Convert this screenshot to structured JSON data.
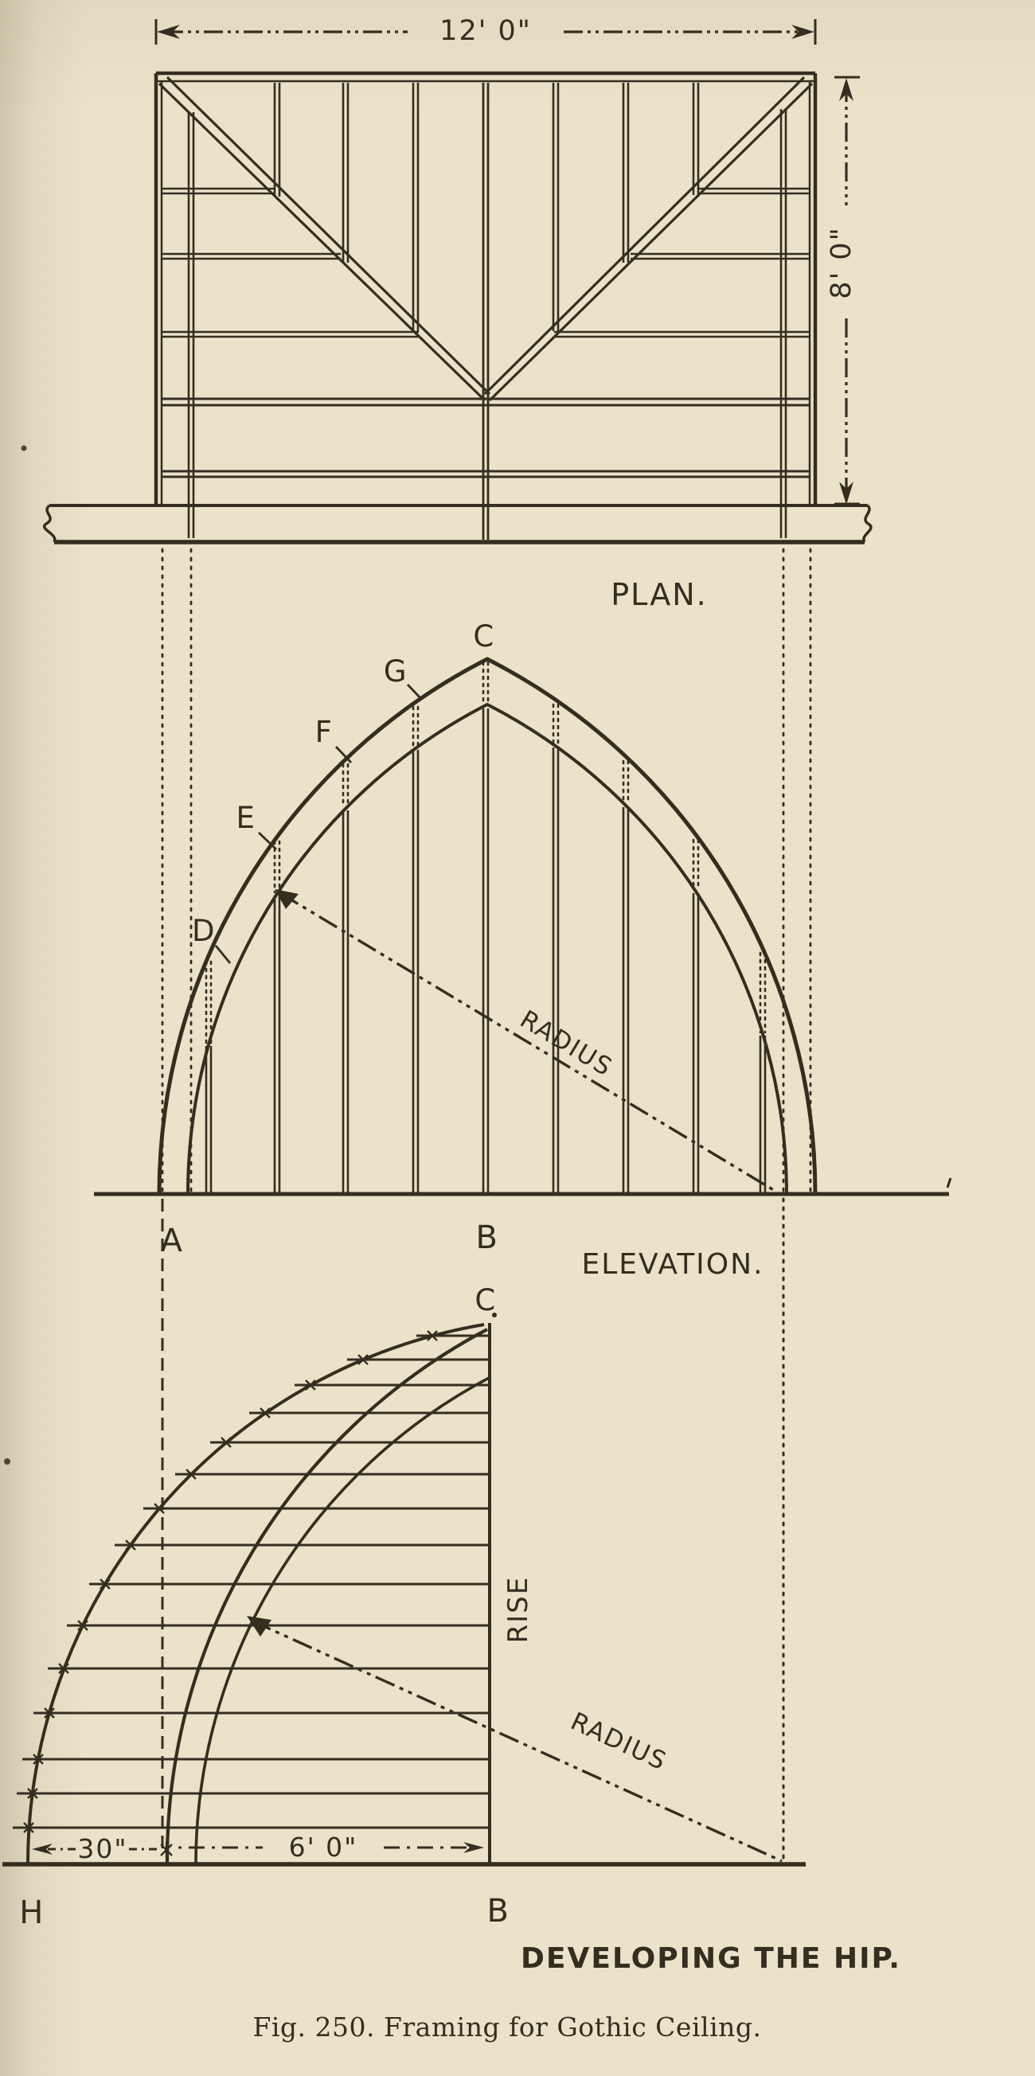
{
  "figure": {
    "plan": {
      "label": "PLAN.",
      "width_dim": "12' 0\"",
      "depth_dim": "8' 0\""
    },
    "elevation": {
      "label": "ELEVATION.",
      "radius_label": "RADIUS",
      "points": {
        "a": "A",
        "b": "B",
        "c": "C",
        "d": "D",
        "e": "E",
        "f": "F",
        "g": "G"
      }
    },
    "development": {
      "label": "DEVELOPING THE HIP.",
      "rise_label": "RISE",
      "radius_label": "RADIUS",
      "offset_dim": "30\"",
      "halfspan_dim": "6' 0\"",
      "points": {
        "h": "H",
        "b": "B",
        "c": "C"
      }
    },
    "caption": "Fig. 250.  Framing for Gothic Ceiling."
  },
  "colors": {
    "paper": "#eae2c9",
    "ink": "#352e1f"
  }
}
